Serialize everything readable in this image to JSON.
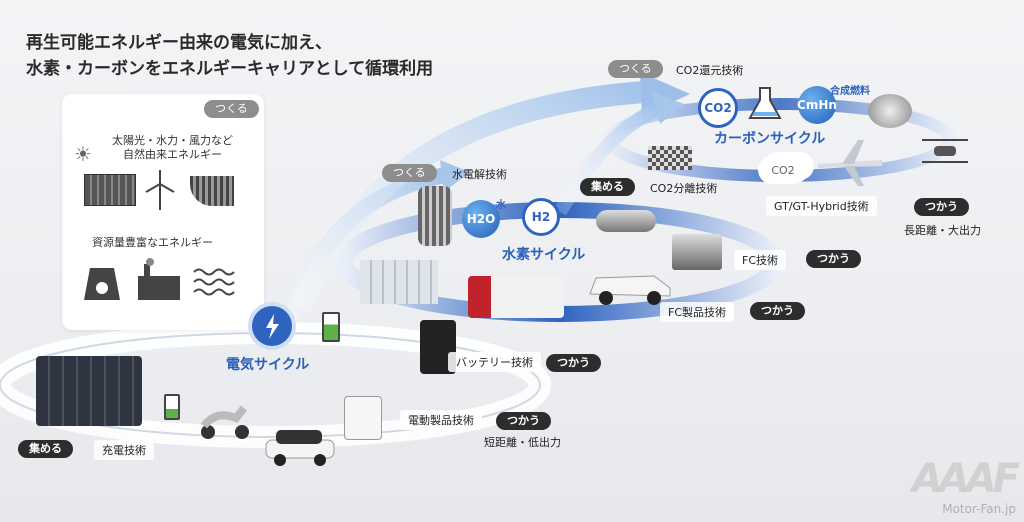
{
  "title": {
    "line1": "再生可能エネルギー由来の電気に加え、",
    "line2": "水素・カーボンをエネルギーキャリアとして循環利用"
  },
  "panel": {
    "tag": "つくる",
    "renewable_text": "太陽光・水力・風力など\n自然由来エネルギー",
    "resource_text": "資源量豊富なエネルギー"
  },
  "cycles": {
    "electric": "電気サイクル",
    "hydrogen": "水素サイクル",
    "carbon": "カーボンサイクル"
  },
  "molecules": {
    "h2o": "H2O",
    "water": "水",
    "h2": "H2",
    "co2_badge": "CO2",
    "cmhn": "CmHn",
    "synthetic_fuel": "合成燃料",
    "co2_cloud": "CO2"
  },
  "labels": {
    "co2_reduction_tag": "つくる",
    "co2_reduction": "CO2還元技術",
    "electrolysis_tag": "つくる",
    "electrolysis": "水電解技術",
    "co2_separation_tag": "集める",
    "co2_separation": "CO2分離技術",
    "gt_hybrid": "GT/GT-Hybrid技術",
    "gt_hybrid_tag": "つかう",
    "long_range": "長距離・大出力",
    "fc": "FC技術",
    "fc_tag": "つかう",
    "fc_products": "FC製品技術",
    "fc_products_tag": "つかう",
    "battery": "バッテリー技術",
    "battery_tag": "つかう",
    "electric_products": "電動製品技術",
    "electric_products_tag": "つかう",
    "short_range": "短距離・低出力",
    "charging_tag": "集める",
    "charging": "充電技術"
  },
  "watermark": {
    "site": "Motor-Fan.jp"
  },
  "colors": {
    "ring_blue": "#2f63c0",
    "arrow_light": "#b9d3f0",
    "pill_gray": "#8d8d8d",
    "pill_dark": "#2d2d2d"
  }
}
